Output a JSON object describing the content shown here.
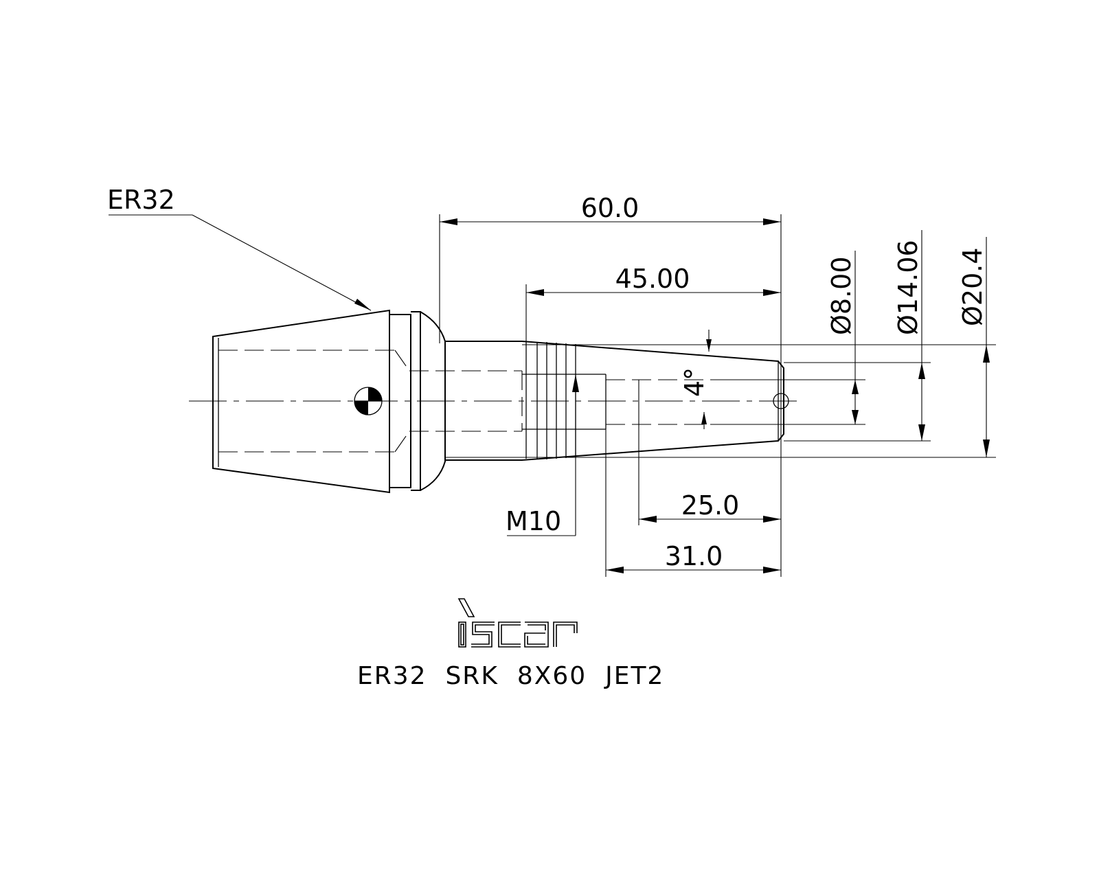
{
  "labels": {
    "collet": "ER32",
    "thread": "M10",
    "angle": "4°"
  },
  "dimensions": {
    "overall_length": "60.0",
    "shank_length": "45.00",
    "length_25": "25.0",
    "length_31": "31.0",
    "dia_bore": "Ø8.00",
    "dia_tip": "Ø14.06",
    "dia_shank": "Ø20.4"
  },
  "logo": {
    "name": "iscar-logo",
    "text": "iscar"
  },
  "title": "ER32  SRK  8X60  JET2"
}
